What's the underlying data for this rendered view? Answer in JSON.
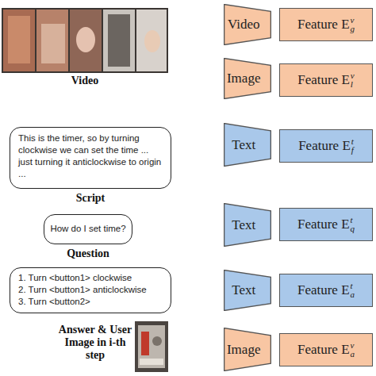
{
  "diagram": {
    "nodes": [
      {
        "text": [
          "Video"
        ]
      },
      {
        "text": [
          "Feature E",
          "v",
          "g"
        ]
      },
      {
        "text": [
          "Image"
        ]
      },
      {
        "text": [
          "Feature E",
          "v",
          "l"
        ]
      },
      {
        "text": [
          "This is the timer, so by turning clockwise we can set the time ... just turning it anticlockwise to origin ...",
          "Script"
        ]
      },
      {
        "text": [
          "Text"
        ]
      },
      {
        "text": [
          "Feature E",
          "t",
          "f"
        ]
      },
      {
        "text": [
          "How do I set time?",
          "Question"
        ]
      },
      {
        "text": [
          "Text"
        ]
      },
      {
        "text": [
          "Feature E",
          "t",
          "q"
        ]
      },
      {
        "text": [
          "1. Turn <button1> clockwise",
          "2. Turn <button1> anticlockwise",
          "3. Turn <button2>"
        ]
      },
      {
        "text": [
          "Text"
        ]
      },
      {
        "text": [
          "Feature E",
          "t",
          "a"
        ]
      },
      {
        "text": [
          "Image"
        ]
      },
      {
        "text": [
          "Feature E",
          "v",
          "a"
        ]
      }
    ],
    "labels": [
      "Video",
      "Answer & User Image in i-th step"
    ]
  }
}
